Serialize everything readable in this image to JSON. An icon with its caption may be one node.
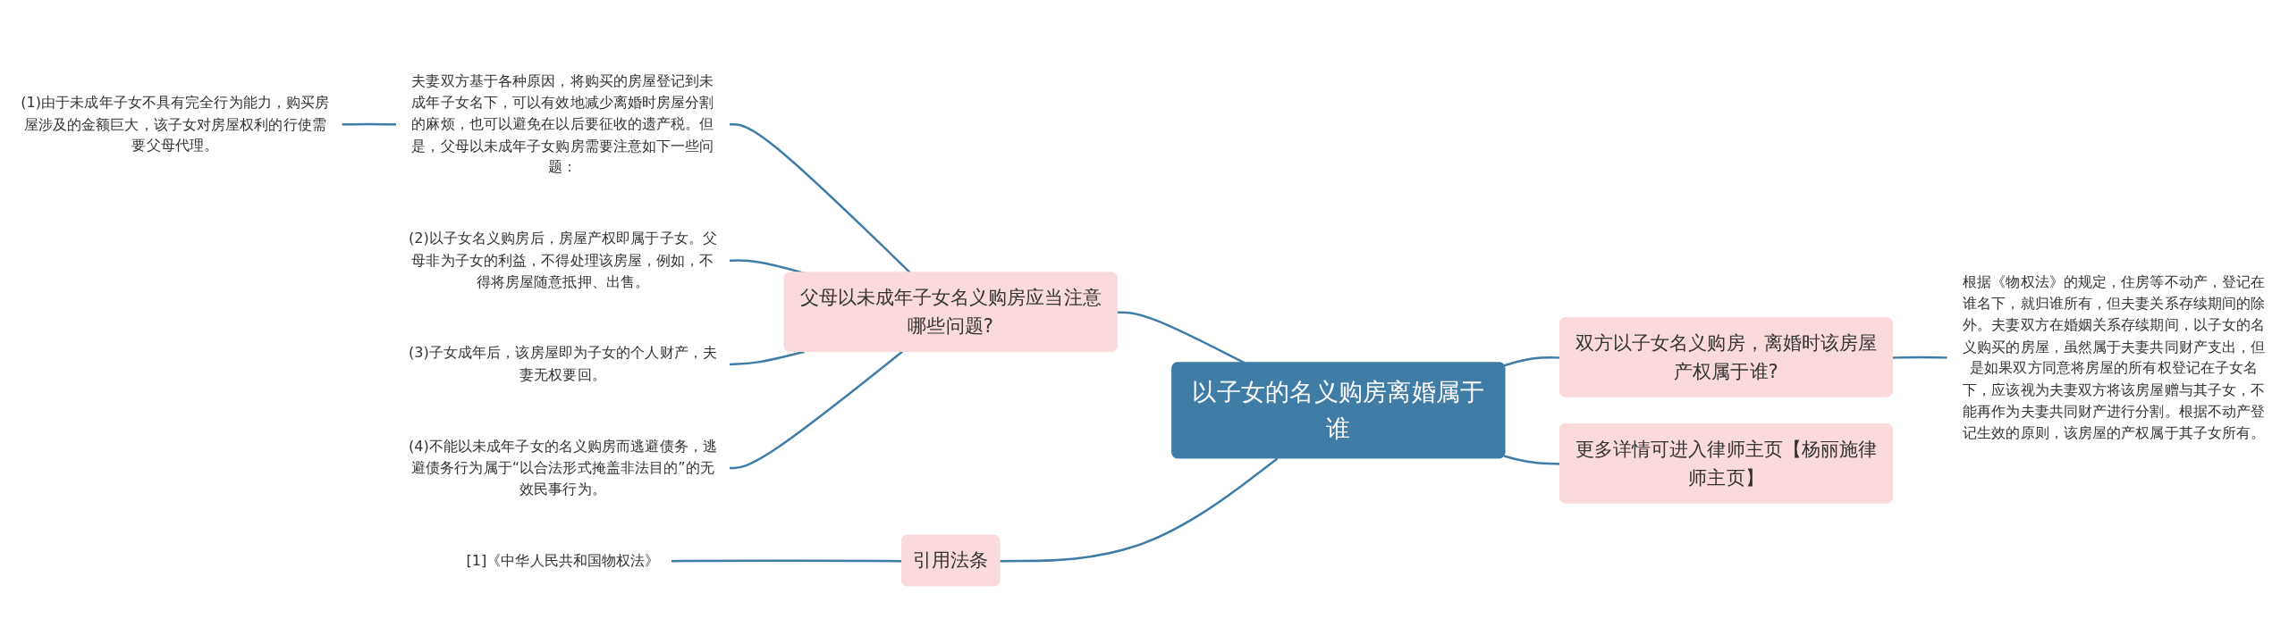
{
  "diagram": {
    "nodes": [
      {
        "text": [
          "以子女的名义购房离婚属于谁"
        ]
      },
      {
        "text": [
          "父母以未成年子女名义购房应当注意哪些问题?"
        ]
      },
      {
        "text": [
          "夫妻双方基于各种原因，将购买的房屋登记到未成年子女名下，可以有效地减少离婚时房屋分割的麻烦，也可以避免在以后要征收的遗产税。但是，父母以未成年子女购房需要注意如下一些问题："
        ]
      },
      {
        "text": [
          "(1)由于未成年子女不具有完全行为能力，购买房屋涉及的金额巨大，该子女对房屋权利的行使需要父母代理。"
        ]
      },
      {
        "text": [
          "(2)以子女名义购房后，房屋产权即属于子女。父母非为子女的利益，不得处理该房屋，例如，不得将房屋随意抵押、出售。"
        ]
      },
      {
        "text": [
          "(3)子女成年后，该房屋即为子女的个人财产，夫妻无权要回。"
        ]
      },
      {
        "text": [
          "(4)不能以未成年子女的名义购房而逃避债务，逃避债务行为属于“以合法形式掩盖非法目的”的无效民事行为。"
        ]
      },
      {
        "text": [
          "引用法条"
        ]
      },
      {
        "text": [
          "[1]《中华人民共和国物权法》"
        ]
      },
      {
        "text": [
          "双方以子女名义购房，离婚时该房屋产权属于谁?"
        ]
      },
      {
        "text": [
          "根据《物权法》的规定，住房等不动产，登记在谁名下，就归谁所有，但夫妻关系存续期间的除外。夫妻双方在婚姻关系存续期间，以子女的名义购买的房屋，虽然属于夫妻共同财产支出，但是如果双方同意将房屋的所有权登记在子女名下，应该视为夫妻双方将该房屋赠与其子女，不能再作为夫妻共同财产进行分割。根据不动产登记生效的原则，该房屋的产权属于其子女所有。"
        ]
      },
      {
        "text": [
          "更多详情可进入律师主页【杨丽施律师主页】"
        ]
      }
    ],
    "edges": [
      {
        "from": 1,
        "to": 0,
        "arrow": "none"
      },
      {
        "from": 2,
        "to": 1,
        "arrow": "none"
      },
      {
        "from": 3,
        "to": 2,
        "arrow": "none"
      },
      {
        "from": 4,
        "to": 1,
        "arrow": "none"
      },
      {
        "from": 5,
        "to": 1,
        "arrow": "none"
      },
      {
        "from": 6,
        "to": 1,
        "arrow": "none"
      },
      {
        "from": 7,
        "to": 0,
        "arrow": "none"
      },
      {
        "from": 8,
        "to": 7,
        "arrow": "none"
      },
      {
        "from": 0,
        "to": 9,
        "arrow": "none"
      },
      {
        "from": 9,
        "to": 10,
        "arrow": "none"
      },
      {
        "from": 0,
        "to": 11,
        "arrow": "none"
      }
    ]
  }
}
